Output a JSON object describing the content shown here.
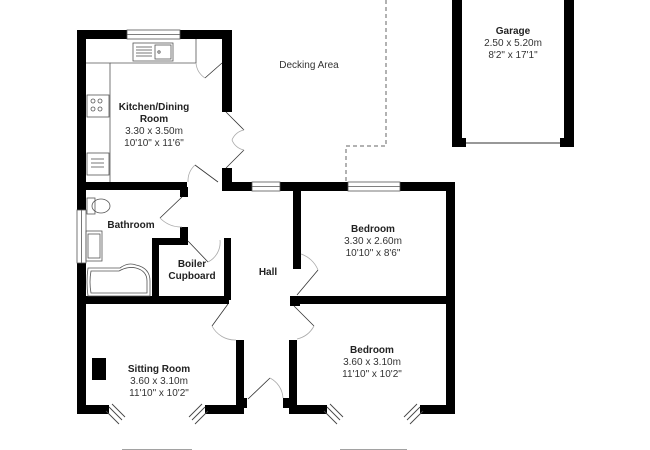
{
  "floorplan": {
    "colors": {
      "wall": "#000000",
      "background": "#ffffff",
      "fixture": "#555555",
      "door_arc": "#aaaaaa",
      "dashed": "#666666",
      "text": "#222222"
    },
    "outdoor": {
      "decking_area": "Decking Area"
    },
    "rooms": [
      {
        "id": "kitchen",
        "name": "Kitchen/Dining",
        "name2": "Room",
        "metric": "3.30 x 3.50m",
        "imperial": "10'10\" x 11'6\""
      },
      {
        "id": "garage",
        "name": "Garage",
        "metric": "2.50 x 5.20m",
        "imperial": "8'2\" x 17'1\""
      },
      {
        "id": "bathroom",
        "name": "Bathroom"
      },
      {
        "id": "boiler",
        "name": "Boiler",
        "name2": "Cupboard"
      },
      {
        "id": "hall",
        "name": "Hall"
      },
      {
        "id": "bedroom1",
        "name": "Bedroom",
        "metric": "3.30 x 2.60m",
        "imperial": "10'10\" x 8'6\""
      },
      {
        "id": "sitting",
        "name": "Sitting Room",
        "metric": "3.60 x 3.10m",
        "imperial": "11'10\" x 10'2\""
      },
      {
        "id": "bedroom2",
        "name": "Bedroom",
        "metric": "3.60 x 3.10m",
        "imperial": "11'10\" x 10'2\""
      }
    ]
  }
}
